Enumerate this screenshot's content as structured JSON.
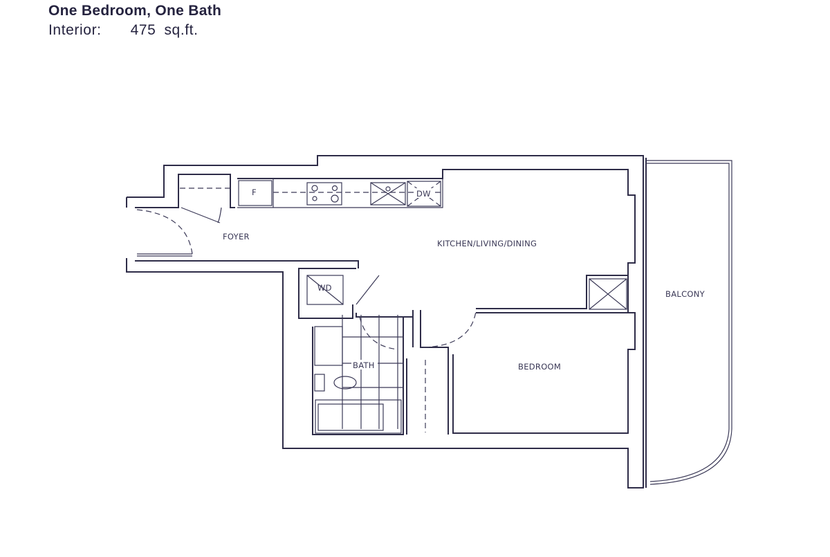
{
  "header": {
    "unit_type": "One Bedroom, One Bath",
    "interior_label": "Interior:",
    "interior_value": "475",
    "interior_unit": "sq.ft."
  },
  "plan": {
    "rooms": {
      "foyer": "FOYER",
      "kitchen": "KITCHEN/LIVING/DINING",
      "bedroom": "BEDROOM",
      "bath": "BATH",
      "balcony": "BALCONY"
    },
    "fixtures": {
      "fridge": "F",
      "dishwasher": "DW",
      "washer_dryer": "WD"
    },
    "line_color": "#2e2c48"
  }
}
